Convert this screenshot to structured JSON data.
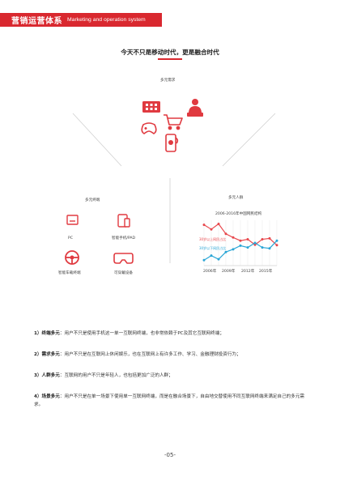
{
  "header": {
    "title_cn": "营销运营体系",
    "title_en": "Marketing and operation system",
    "color": "#d9282f"
  },
  "main_title": "今天不只是移动时代，更是融合时代",
  "needs": {
    "label": "多元需求",
    "icons": [
      "film-strip-icon",
      "person-at-laptop-icon",
      "shopping-cart-icon",
      "gamepad-icon",
      "mobile-payment-icon"
    ]
  },
  "terminals": {
    "label": "多元终端",
    "items": [
      {
        "icon": "pc-icon",
        "label": "PC"
      },
      {
        "icon": "phone-tablet-icon",
        "label": "智能手机/PAD"
      },
      {
        "icon": "steering-wheel-icon",
        "label": "智能车载终端"
      },
      {
        "icon": "vr-headset-icon",
        "label": "可穿戴设备"
      }
    ]
  },
  "crowd": {
    "label": "多元人群",
    "chart_data": {
      "type": "line",
      "title": "2006-2016年中国网民结构",
      "x_tick_labels": [
        "2006年",
        "2009年",
        "2012年",
        "2015年"
      ],
      "x": [
        2006,
        2007,
        2008,
        2009,
        2010,
        2011,
        2012,
        2013,
        2014,
        2015,
        2016
      ],
      "series": [
        {
          "name": "30岁以上网民占比",
          "color": "#e8484d",
          "values": [
            0.9,
            0.8,
            0.92,
            0.7,
            0.62,
            0.55,
            0.58,
            0.46,
            0.58,
            0.6,
            0.45
          ]
        },
        {
          "name": "30岁以下网民占比",
          "color": "#2aa6d6",
          "values": [
            0.12,
            0.22,
            0.14,
            0.3,
            0.36,
            0.44,
            0.4,
            0.5,
            0.4,
            0.38,
            0.55
          ]
        }
      ],
      "ylim": [
        0,
        1
      ],
      "grid": true
    }
  },
  "paragraphs": [
    {
      "lead": "1）终端多元",
      "text": "：用户不只是使用手机这一单一互联网终端，也非常依赖于PC及其它互联网终端；"
    },
    {
      "lead": "2）需求多元",
      "text": "：用户不只是在互联网上休闲娱乐，也在互联网上有许多工作、学习、金融理财投资行为；"
    },
    {
      "lead": "3）人群多元",
      "text": "：互联网的用户不只是年轻人，也包括更加广泛的人群；"
    },
    {
      "lead": "4）场景多元",
      "text": "：用户不只是在单一场景下使用单一互联网终端，而是在融合场景下，自由地交替使用不同互联网终端来满足自己的多元需求。"
    }
  ],
  "page_number": "-05-"
}
